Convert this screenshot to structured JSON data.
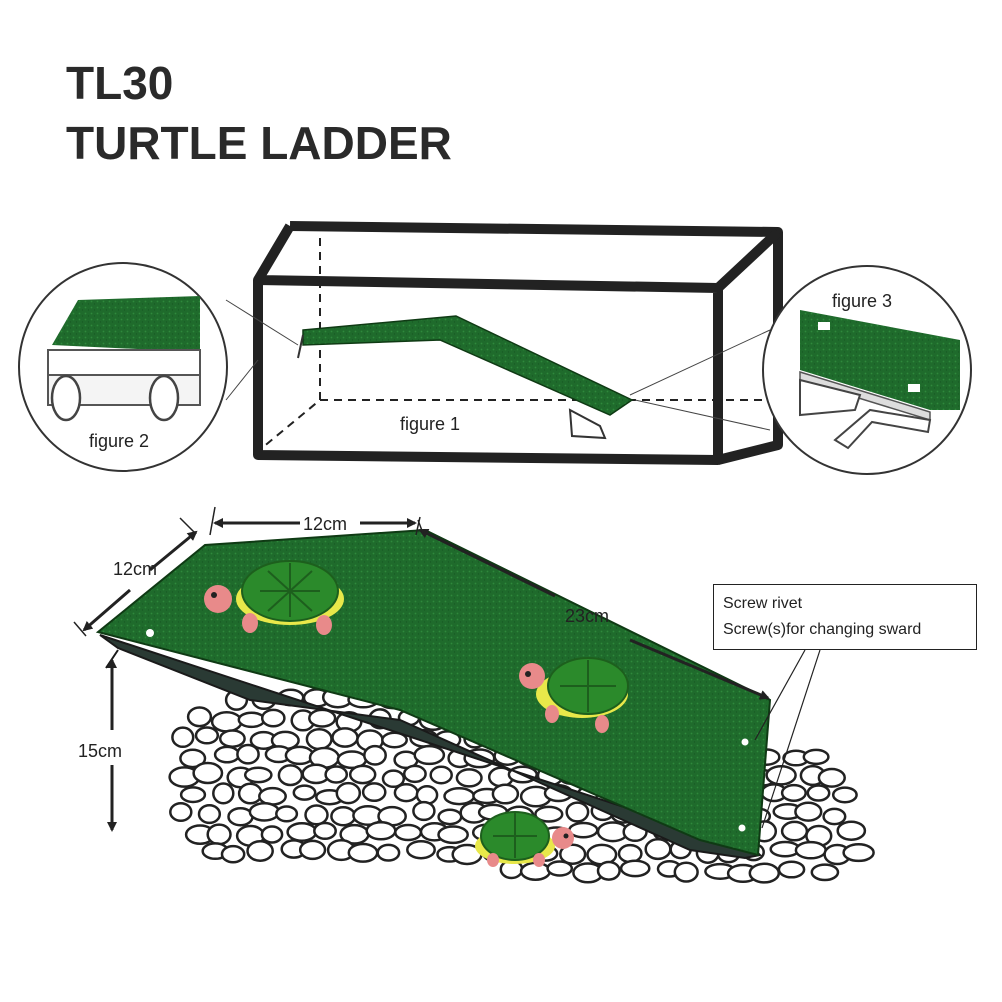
{
  "header": {
    "model": "TL30",
    "product": "TURTLE LADDER"
  },
  "figures": {
    "figure1": "figure 1",
    "figure2": "figure 2",
    "figure3": "figure 3"
  },
  "dimensions": {
    "top_width": "12cm",
    "top_depth": "12cm",
    "slope_length": "23cm",
    "height": "15cm"
  },
  "callout": {
    "line1": "Screw rivet",
    "line2": "Screw(s)for changing sward"
  },
  "colors": {
    "grass": "#1f6b2c",
    "grass_light": "#2e8a3c",
    "tank_frame": "#222222",
    "turtle_shell": "#2b8a2b",
    "turtle_rim": "#e8e84a",
    "turtle_skin": "#e88a8a"
  }
}
